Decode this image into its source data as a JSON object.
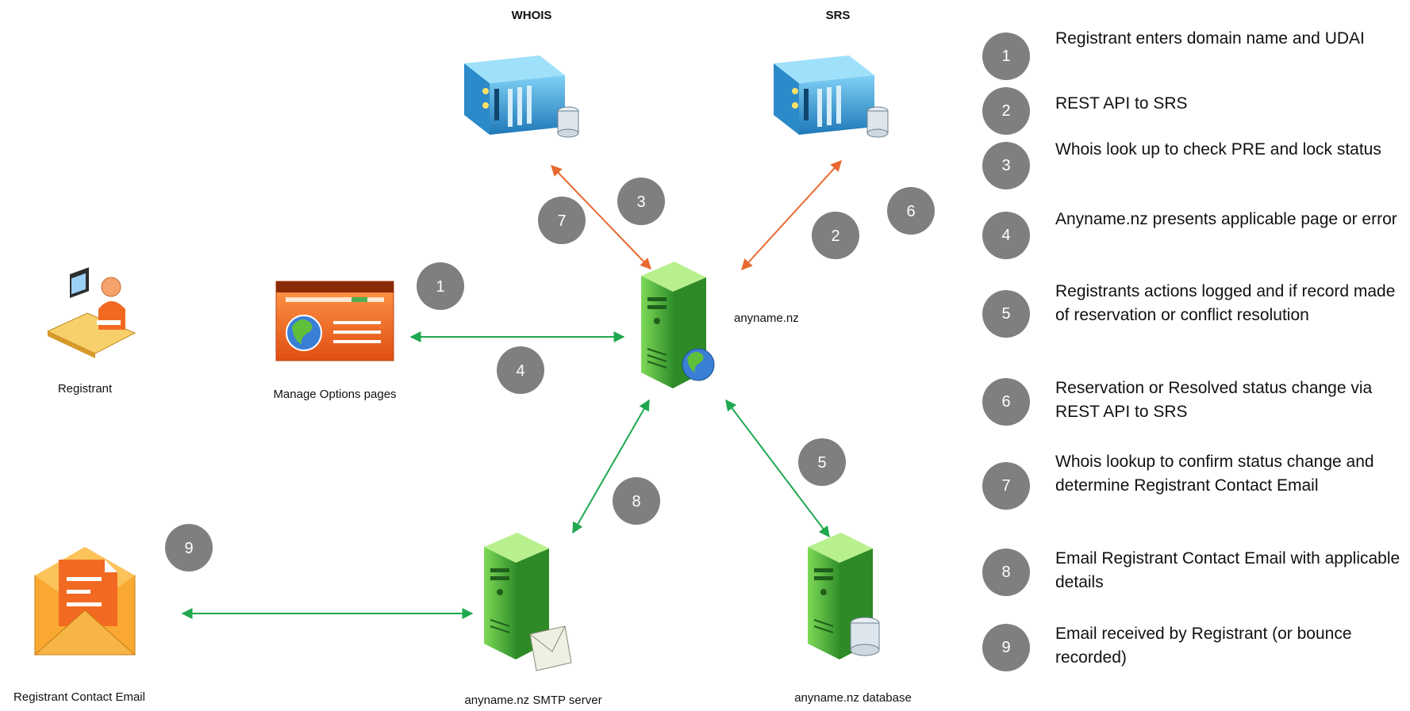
{
  "nodes": {
    "whois": "WHOIS",
    "srs": "SRS",
    "anyname": "anyname.nz",
    "registrant": "Registrant",
    "manage_options": "Manage Options pages",
    "contact_email": "Registrant Contact Email",
    "smtp": "anyname.nz SMTP server",
    "database": "anyname.nz database"
  },
  "badges": {
    "b1": "1",
    "b2": "2",
    "b3": "3",
    "b4": "4",
    "b5": "5",
    "b6": "6",
    "b7": "7",
    "b8": "8",
    "b9": "9"
  },
  "colors": {
    "request_arrow": "#e8692f",
    "bidirectional_arrow": "#1fa84f",
    "badge": "#7f7f7f",
    "server_green": "#3fae3a",
    "server_blue": "#2f8fd0"
  },
  "legend": [
    {
      "number": "1",
      "text": "Registrant enters domain name and UDAI"
    },
    {
      "number": "2",
      "text": "REST API to SRS"
    },
    {
      "number": "3",
      "text": "Whois look up to check PRE and lock status"
    },
    {
      "number": "4",
      "text": "Anyname.nz presents applicable page or error"
    },
    {
      "number": "5",
      "text": "Registrants actions logged and if record made of reservation or conflict resolution"
    },
    {
      "number": "6",
      "text": "Reservation or Resolved status change via REST API to SRS"
    },
    {
      "number": "7",
      "text": "Whois lookup to confirm status change and determine Registrant Contact Email"
    },
    {
      "number": "8",
      "text": "Email Registrant Contact Email with applicable details"
    },
    {
      "number": "9",
      "text": "Email received by Registrant (or bounce recorded)"
    }
  ]
}
